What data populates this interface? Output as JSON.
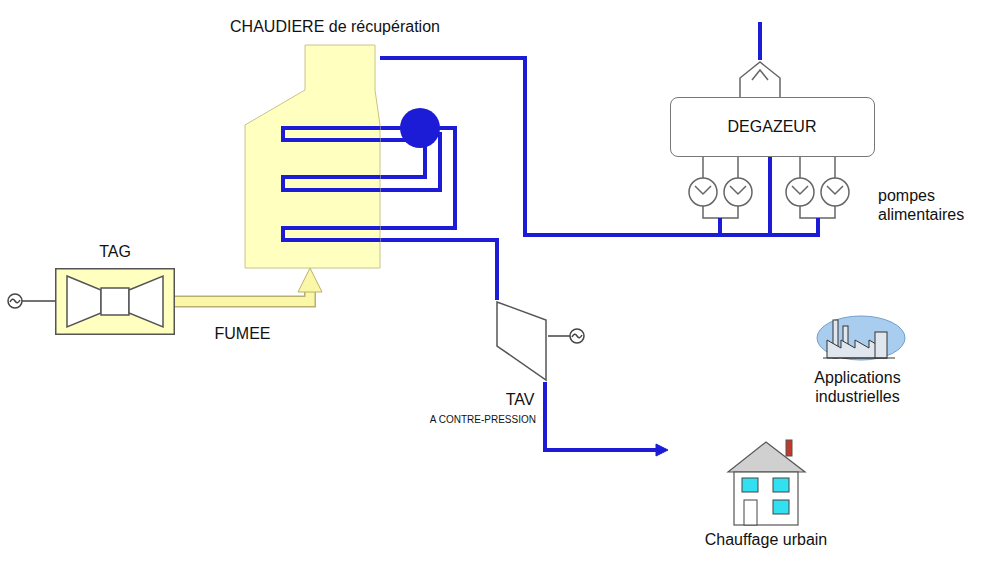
{
  "diagram": {
    "nodes": [
      {
        "text": [
          "CHAUDIERE de récupération"
        ]
      },
      {
        "text": [
          "DEGAZEUR"
        ]
      },
      {
        "text": [
          "TAG"
        ]
      },
      {
        "text": [
          "TAV",
          "A CONTRE-PRESSION"
        ]
      },
      {
        "text": [
          "Applications industrielles"
        ]
      },
      {
        "text": [
          "Chauffage urbain"
        ]
      }
    ],
    "edges": [
      {
        "from": 2,
        "to": 0,
        "arrow": "to",
        "label": "FUMEE"
      },
      {
        "from": 0,
        "to": 3,
        "arrow": "none"
      },
      {
        "from": 1,
        "to": 0,
        "arrow": "none"
      },
      {
        "from": 3,
        "to": 5,
        "arrow": "to"
      }
    ],
    "labels": [
      "pompes alimentaires"
    ]
  }
}
